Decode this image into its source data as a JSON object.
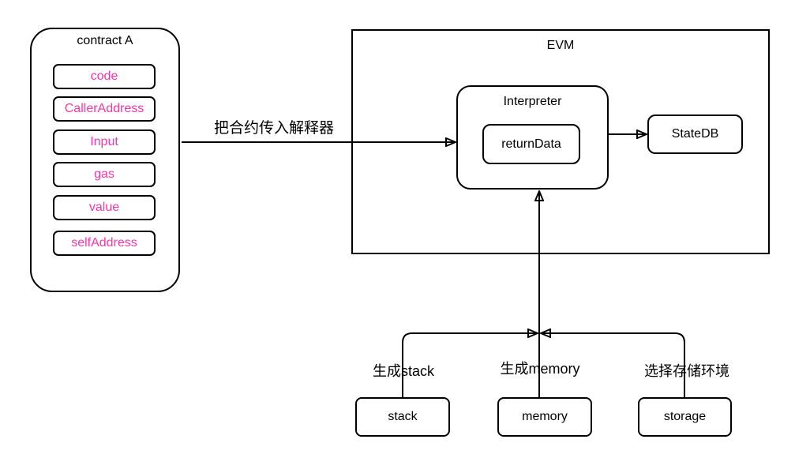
{
  "contract": {
    "title": "contract A",
    "fields": [
      "code",
      "CallerAddress",
      "Input",
      "gas",
      "value",
      "selfAddress"
    ]
  },
  "evm": {
    "title": "EVM",
    "interpreter_title": "Interpreter",
    "return_data": "returnData",
    "statedb": "StateDB"
  },
  "edge_labels": {
    "contract_to_interpreter": "把合约传入解释器",
    "stack": "生成stack",
    "memory": "生成memory",
    "storage": "选择存储环境"
  },
  "bottom_nodes": [
    "stack",
    "memory",
    "storage"
  ],
  "colors": {
    "field_text": "#FF33AA",
    "stroke": "#000000"
  }
}
